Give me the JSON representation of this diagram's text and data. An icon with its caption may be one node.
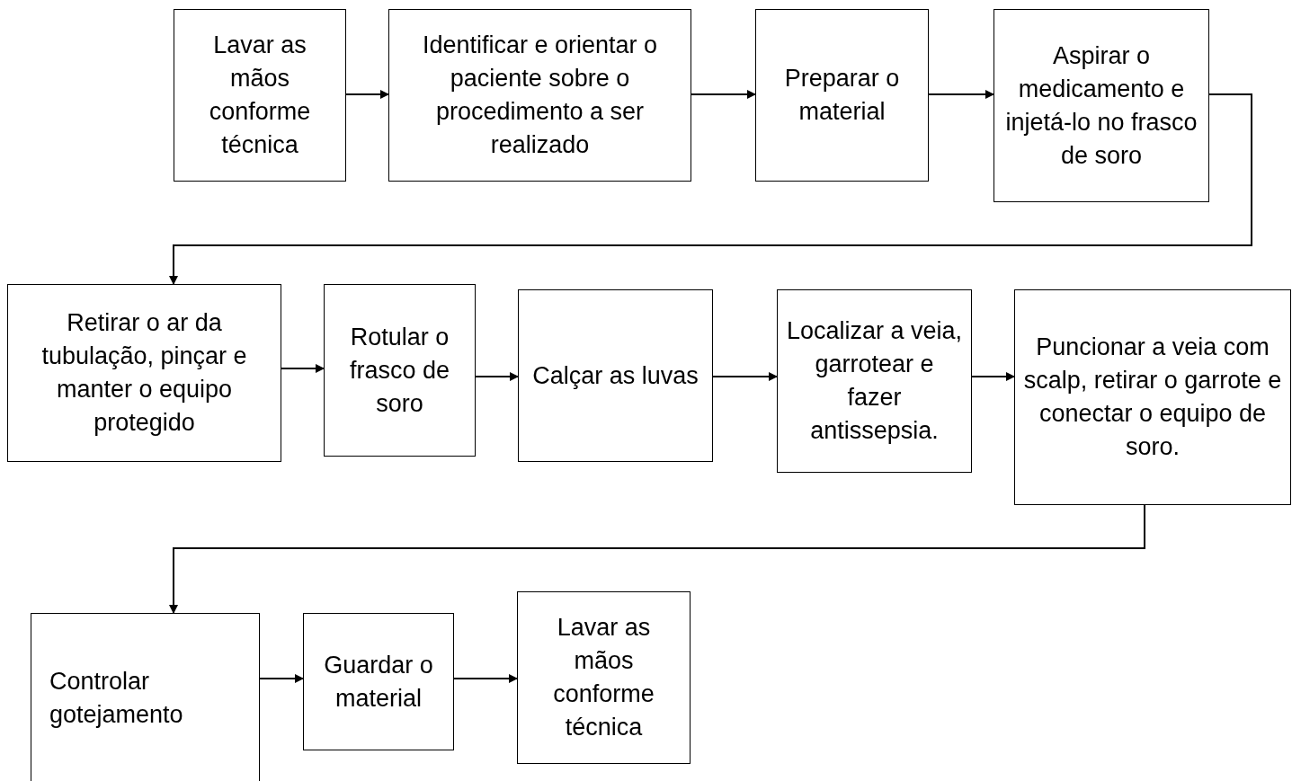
{
  "diagram": {
    "nodes": [
      {
        "text": [
          "Lavar as mãos conforme técnica"
        ]
      },
      {
        "text": [
          "Identificar e orientar o paciente sobre o procedimento a ser realizado"
        ]
      },
      {
        "text": [
          "Preparar o material"
        ]
      },
      {
        "text": [
          "Aspirar o medicamento e injetá-lo no frasco de soro"
        ]
      },
      {
        "text": [
          "Retirar o ar da tubulação, pinçar e manter o equipo protegido"
        ]
      },
      {
        "text": [
          "Rotular o frasco de soro"
        ]
      },
      {
        "text": [
          "Calçar as luvas"
        ]
      },
      {
        "text": [
          "Localizar a veia, garrotear e fazer antissepsia."
        ]
      },
      {
        "text": [
          "Puncionar a veia com scalp, retirar o garrote e conectar o equipo de soro."
        ]
      },
      {
        "text": [
          "Controlar gotejamento"
        ]
      },
      {
        "text": [
          "Guardar o material"
        ]
      },
      {
        "text": [
          "Lavar as mãos conforme técnica"
        ]
      }
    ],
    "edges": [
      {
        "from": 0,
        "to": 1,
        "arrow": "to"
      },
      {
        "from": 1,
        "to": 2,
        "arrow": "to"
      },
      {
        "from": 2,
        "to": 3,
        "arrow": "to"
      },
      {
        "from": 3,
        "to": 4,
        "arrow": "to"
      },
      {
        "from": 4,
        "to": 5,
        "arrow": "to"
      },
      {
        "from": 5,
        "to": 6,
        "arrow": "to"
      },
      {
        "from": 6,
        "to": 7,
        "arrow": "to"
      },
      {
        "from": 7,
        "to": 8,
        "arrow": "to"
      },
      {
        "from": 8,
        "to": 9,
        "arrow": "to"
      },
      {
        "from": 9,
        "to": 10,
        "arrow": "to"
      },
      {
        "from": 10,
        "to": 11,
        "arrow": "to"
      }
    ]
  }
}
